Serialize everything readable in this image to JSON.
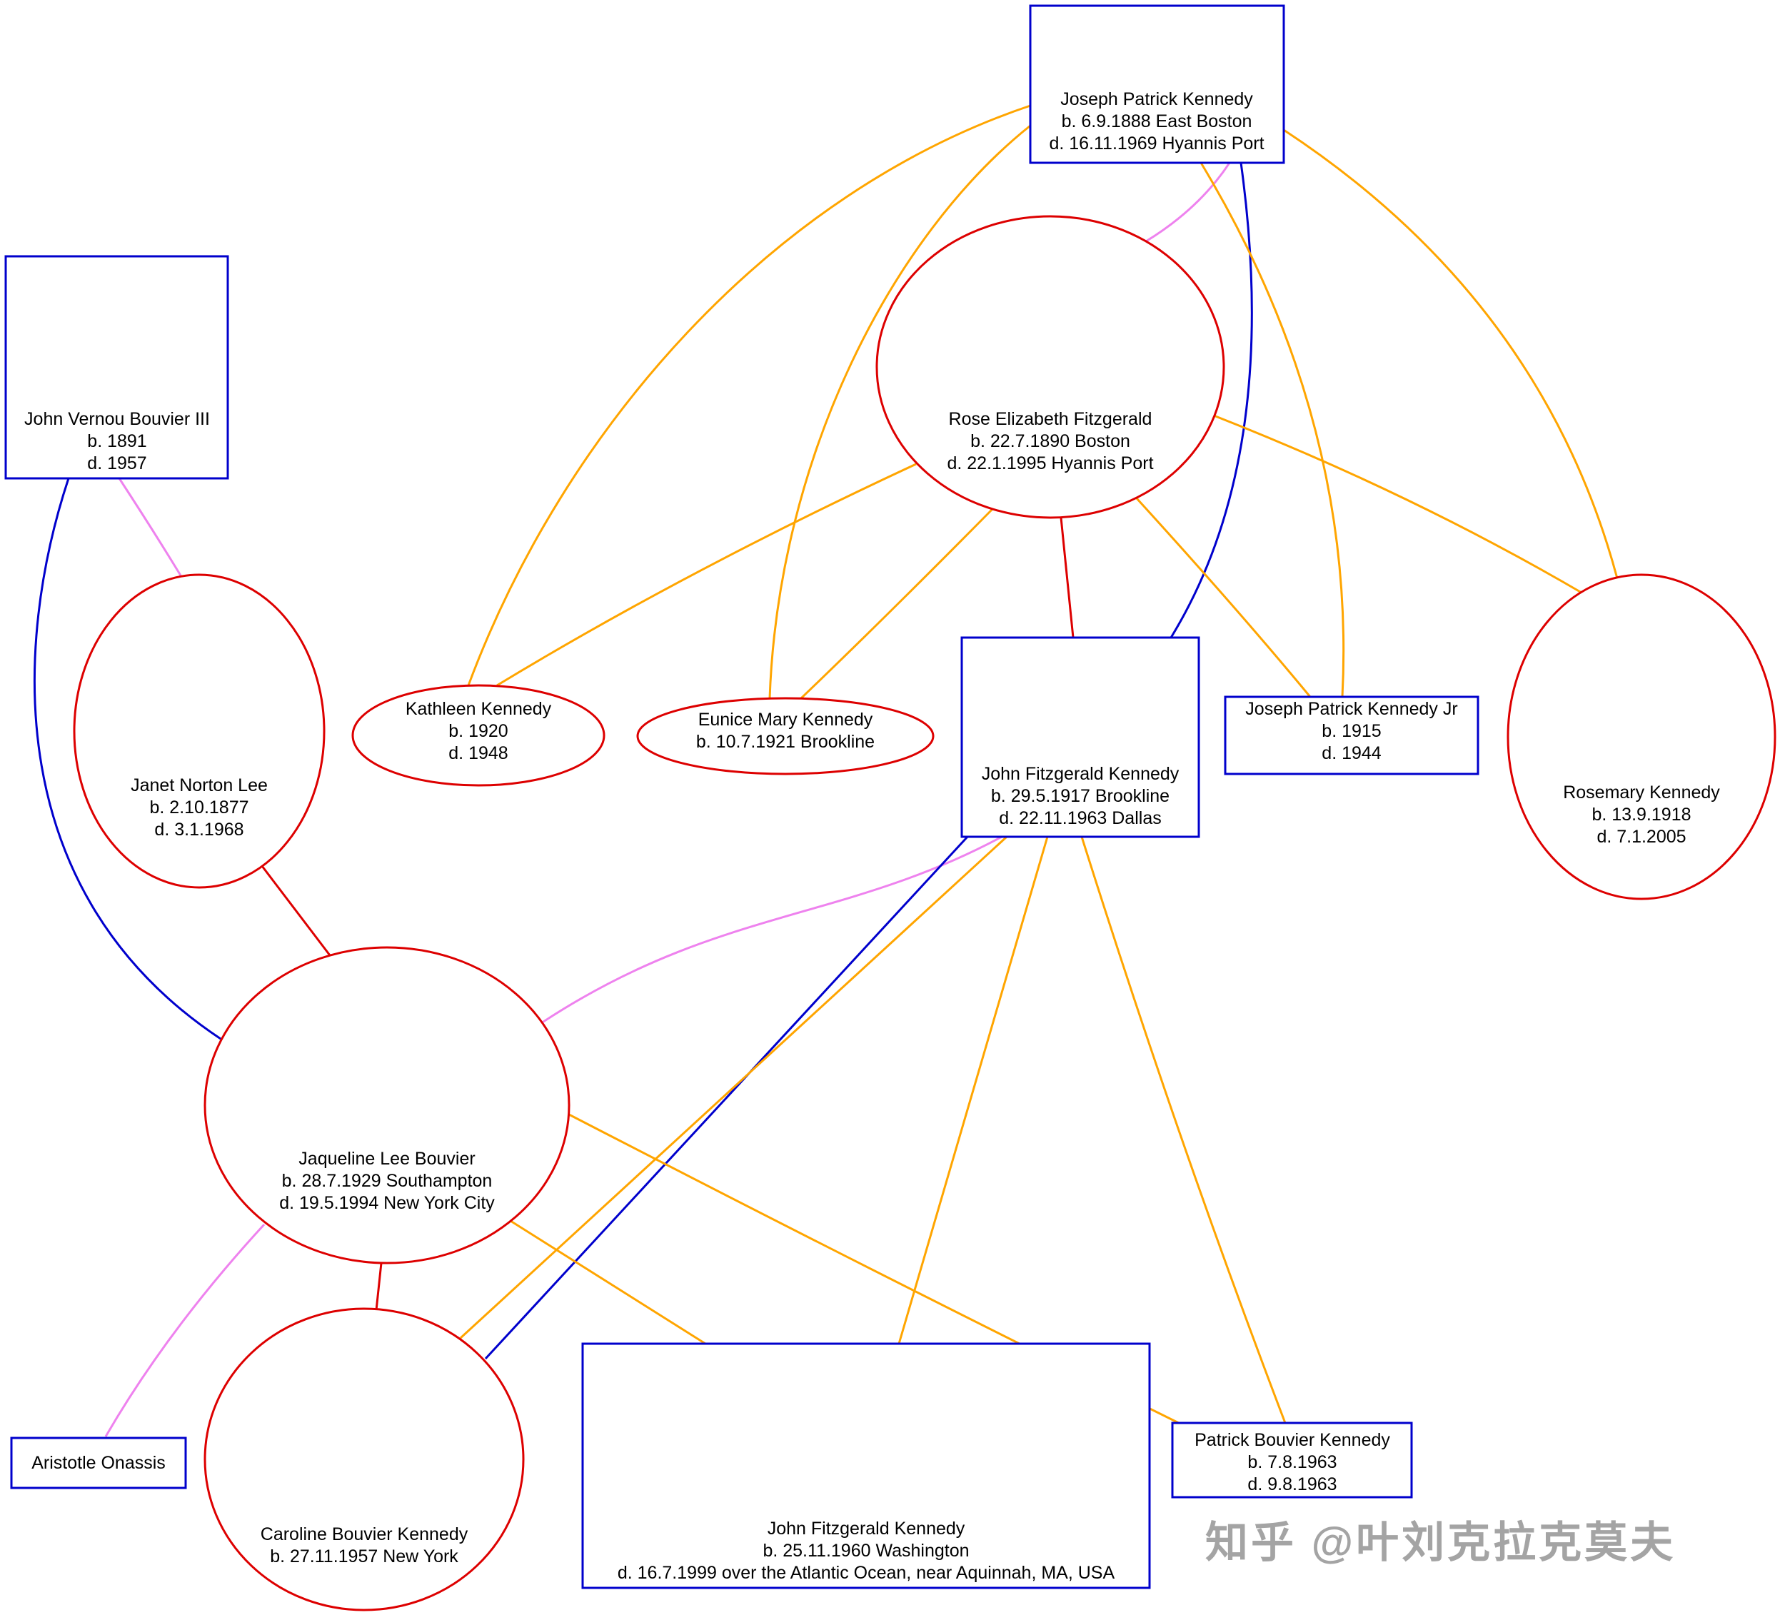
{
  "colors": {
    "male_node": "#0000CC",
    "female_node": "#DD0000",
    "edge_orange": "#FFA500",
    "edge_blue": "#0000CC",
    "edge_red": "#DD0000",
    "edge_pink": "#EE82EE",
    "background": "#FFFFFF",
    "watermark_gray": "#8A8A8A"
  },
  "nodes": {
    "joseph_patrick_kennedy": {
      "lines": [
        "Joseph Patrick Kennedy",
        "b. 6.9.1888 East Boston",
        "d. 16.11.1969 Hyannis Port"
      ]
    },
    "john_vernou_bouvier": {
      "lines": [
        "John Vernou Bouvier III",
        "b. 1891",
        "d. 1957"
      ]
    },
    "rose_elizabeth_fitzgerald": {
      "lines": [
        "Rose Elizabeth Fitzgerald",
        "b. 22.7.1890 Boston",
        "d. 22.1.1995 Hyannis Port"
      ]
    },
    "janet_norton_lee": {
      "lines": [
        "Janet Norton Lee",
        "b. 2.10.1877",
        "d. 3.1.1968"
      ]
    },
    "kathleen_kennedy": {
      "lines": [
        "Kathleen Kennedy",
        "b. 1920",
        "d. 1948"
      ]
    },
    "eunice_mary_kennedy": {
      "lines": [
        "Eunice Mary Kennedy",
        "b. 10.7.1921 Brookline"
      ]
    },
    "john_fitzgerald_kennedy": {
      "lines": [
        "John Fitzgerald Kennedy",
        "b. 29.5.1917 Brookline",
        "d. 22.11.1963 Dallas"
      ]
    },
    "joseph_patrick_kennedy_jr": {
      "lines": [
        "Joseph Patrick Kennedy Jr",
        "b. 1915",
        "d. 1944"
      ]
    },
    "rosemary_kennedy": {
      "lines": [
        "Rosemary Kennedy",
        "b. 13.9.1918",
        "d. 7.1.2005"
      ]
    },
    "jaqueline_lee_bouvier": {
      "lines": [
        "Jaqueline Lee Bouvier",
        "b. 28.7.1929 Southampton",
        "d. 19.5.1994 New York City"
      ]
    },
    "aristotle_onassis": {
      "lines": [
        "Aristotle Onassis"
      ]
    },
    "caroline_bouvier_kennedy": {
      "lines": [
        "Caroline Bouvier Kennedy",
        "b. 27.11.1957 New York"
      ]
    },
    "john_fitzgerald_kennedy_jr": {
      "lines": [
        "John Fitzgerald Kennedy",
        "b. 25.11.1960 Washington",
        "d. 16.7.1999 over the Atlantic Ocean, near Aquinnah, MA, USA"
      ]
    },
    "patrick_bouvier_kennedy": {
      "lines": [
        "Patrick Bouvier Kennedy",
        "b. 7.8.1963",
        "d. 9.8.1963"
      ]
    }
  },
  "watermark": "知乎 @叶刘克拉克莫夫"
}
